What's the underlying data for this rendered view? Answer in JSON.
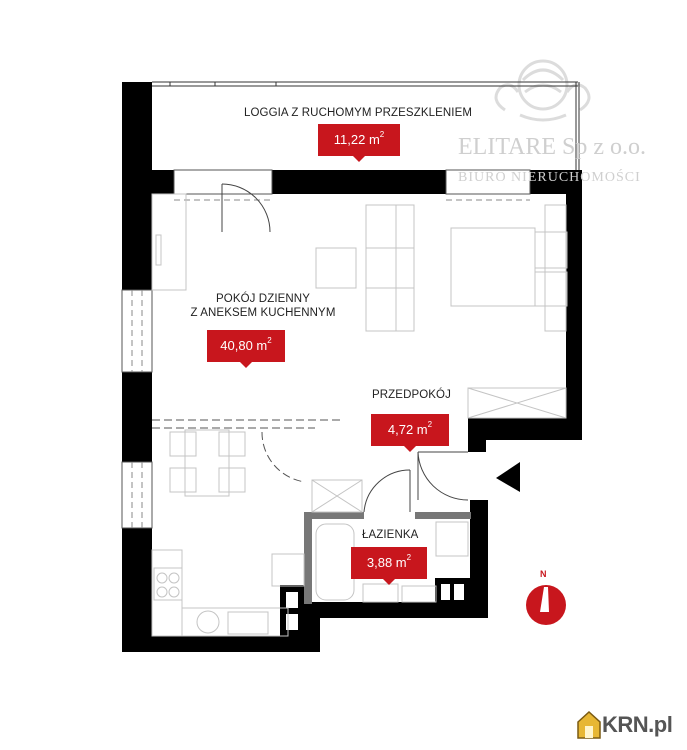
{
  "floor_plan": {
    "rooms": [
      {
        "id": "loggia",
        "label": "LOGGIA Z RUCHOMYM PRZESZKLENIEM",
        "area_value": "11,22 m",
        "area_unit_sup": "2"
      },
      {
        "id": "living",
        "label_line1": "POKÓJ DZIENNY",
        "label_line2": "Z ANEKSEM KUCHENNYM",
        "area_value": "40,80 m",
        "area_unit_sup": "2"
      },
      {
        "id": "hall",
        "label": "PRZEDPOKÓJ",
        "area_value": "4,72 m",
        "area_unit_sup": "2"
      },
      {
        "id": "bathroom",
        "label": "ŁAZIENKA",
        "area_value": "3,88 m",
        "area_unit_sup": "2"
      }
    ],
    "compass": {
      "label": "N"
    },
    "colors": {
      "wall": "#000000",
      "accent": "#c8161d",
      "furniture": "#bdbdbd",
      "watermark": "#cfcfcf"
    }
  },
  "watermark": {
    "company": "ELITARE Sp z o.o.",
    "subtitle": "BIURO NIERUCHOMOŚCI"
  },
  "branding": {
    "site": "KRN.pl"
  }
}
